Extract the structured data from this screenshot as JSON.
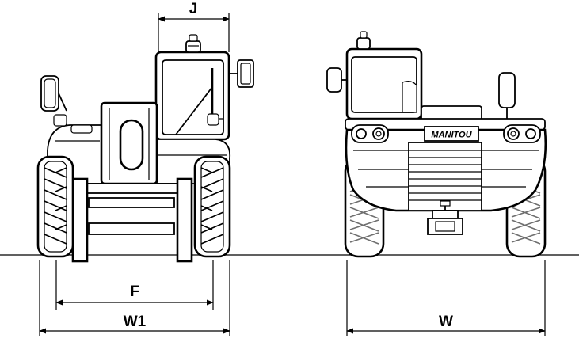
{
  "dimensions": {
    "j_label": "J",
    "f_label": "F",
    "w1_label": "W1",
    "w_label": "W"
  },
  "rear_view": {
    "brand_plate": "MANITOU"
  }
}
